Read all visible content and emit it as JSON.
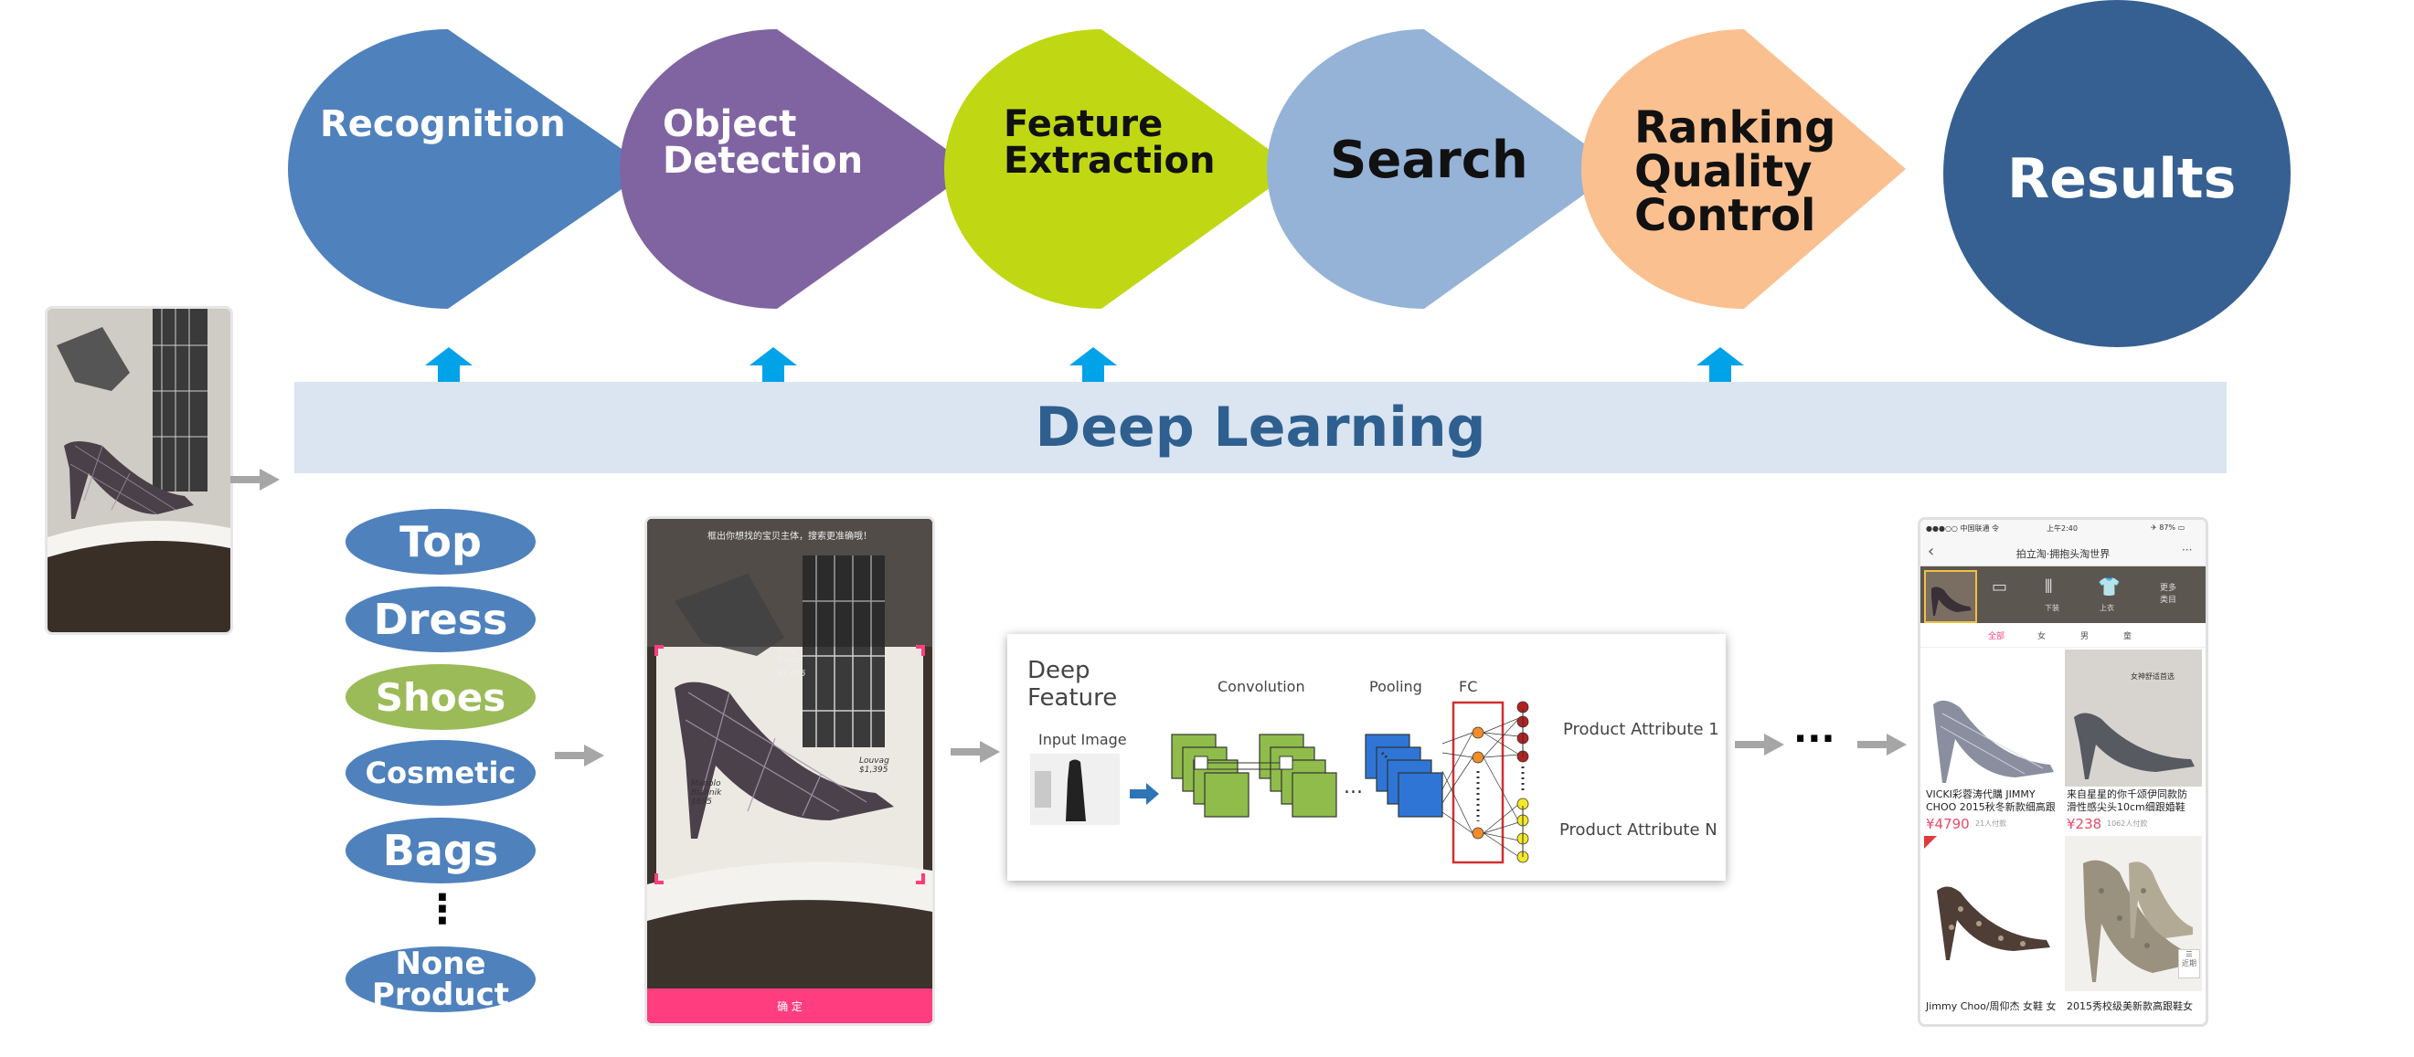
{
  "pipeline": {
    "stages": [
      {
        "label": "Recognition",
        "color": "#4f81bd",
        "text_color": "#ffffff"
      },
      {
        "label": "Object\nDetection",
        "color": "#8064a2",
        "text_color": "#ffffff"
      },
      {
        "label": "Feature\nExtraction",
        "color": "#bfd813",
        "text_color": "#111111"
      },
      {
        "label": "Search",
        "color": "#95b3d7",
        "text_color": "#111111"
      },
      {
        "label": "Ranking\nQuality\nControl",
        "color": "#fac090",
        "text_color": "#111111"
      },
      {
        "label": "Results",
        "color": "#366092",
        "text_color": "#ffffff"
      }
    ],
    "deep_learning_label": "Deep Learning",
    "arrow_color": "#00a2e8"
  },
  "categories": [
    "Top",
    "Dress",
    "Shoes",
    "Cosmetic",
    "Bags",
    "⋮",
    "None\nProduct"
  ],
  "crop_screen": {
    "hint": "框出你想找的宝贝主体，搜索更准确哦！",
    "confirm": "确 定",
    "accent": "#ff3d7f",
    "label_top": "Tricu\nShirts",
    "label_price_top": "$1,495",
    "label_left": "Manolo\nBlahnik\n$695",
    "label_right": "Louvag\n$1,395"
  },
  "cnn": {
    "title_line1": "Deep",
    "title_line2": "Feature",
    "input_label": "Input Image",
    "conv_label": "Convolution",
    "pool_label": "Pooling",
    "fc_label": "FC",
    "attr1": "Product Attribute 1",
    "attrN": "Product Attribute N",
    "ellipsis": "..."
  },
  "ellipsis_between": "···",
  "results_phone": {
    "status": "●●●○○ 中国联通 令",
    "time": "上午2:40",
    "battery": "✈ 87% ▭",
    "title": "拍立淘·拥抱头淘世界",
    "more": "···",
    "thumb_labels": [
      "下装",
      "上衣",
      "更多\n类目"
    ],
    "tabs": [
      "全部",
      "女",
      "男",
      "童"
    ],
    "badge": "女神舒适首选",
    "products": [
      {
        "title": "VICKI彩蓉涛代購 JIMMY\nCHOO 2015秋冬新款细高跟",
        "price": "¥4790",
        "sold": "21人付款"
      },
      {
        "title": "来自星星的你千颂伊同款防\n滑性感尖头10cm细跟婚鞋",
        "price": "¥238",
        "sold": "1062人付款"
      },
      {
        "title": "Jimmy Choo/周仰杰 女鞋 女",
        "price": "",
        "sold": ""
      },
      {
        "title": "2015秀校级美新款高跟鞋女",
        "price": "",
        "sold": ""
      }
    ],
    "side_icon": "☰\n近期"
  }
}
